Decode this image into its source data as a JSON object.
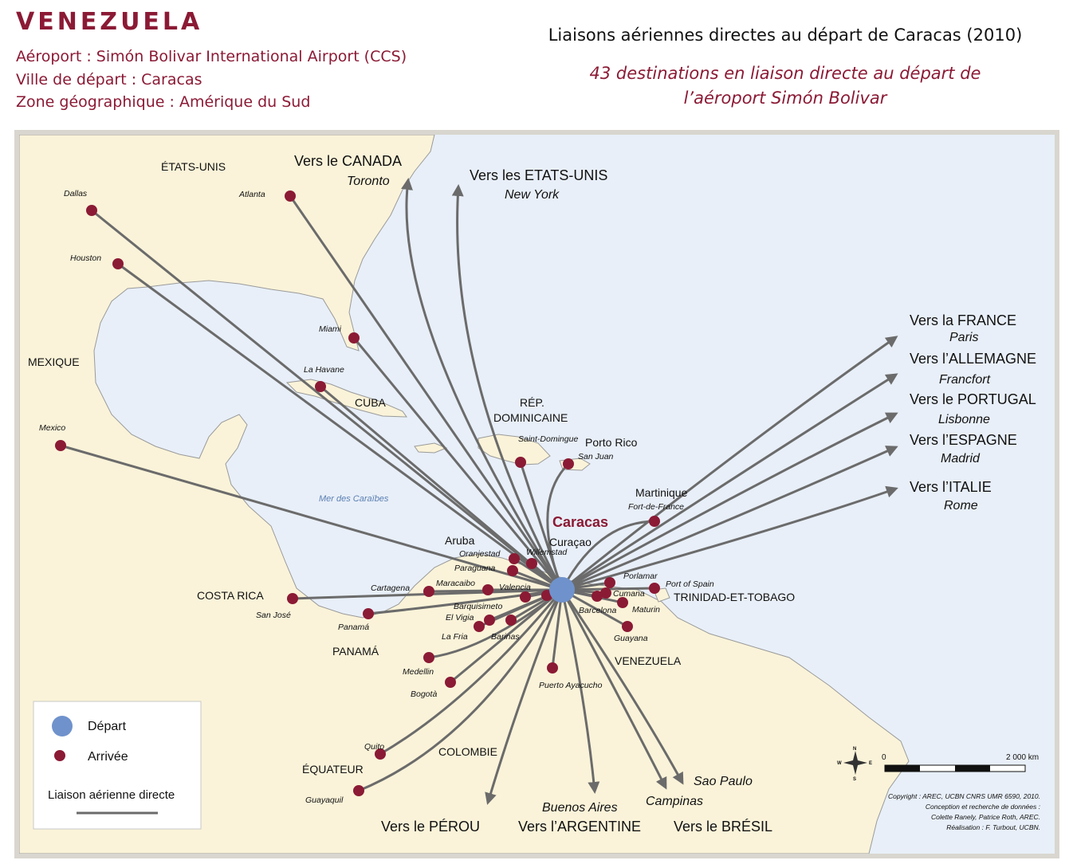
{
  "header": {
    "country": "VENEZUELA",
    "airport_line": "Aéroport : Simón Bolivar International Airport (CCS)",
    "city_line": "Ville de départ : Caracas",
    "zone_line": "Zone géographique : Amérique du Sud",
    "main_title": "Liaisons aériennes directes au départ de Caracas (2010)",
    "subtitle_line1": "43 destinations en liaison directe au départ de",
    "subtitle_line2": "l’aéroport Simón Bolivar"
  },
  "colors": {
    "sea": "#e8eff8",
    "land": "#faf3d9",
    "border": "#9a9a9a",
    "route": "#6b6b6b",
    "arrival": "#8b1a35",
    "departure": "#6f92cc",
    "accent_text": "#8b1a35"
  },
  "map": {
    "hub": {
      "name": "Caracas"
    },
    "sea_label": "Mer des Caraïbes",
    "countries": [
      "ÉTATS-UNIS",
      "MEXIQUE",
      "CUBA",
      "RÉP.",
      "DOMINICAINE",
      "Porto Rico",
      "Martinique",
      "Aruba",
      "Curaçao",
      "COSTA RICA",
      "PANAMÁ",
      "TRINIDAD-ET-TOBAGO",
      "VENEZUELA",
      "COLOMBIE",
      "ÉQUATEUR"
    ],
    "destinations": [
      "Dallas",
      "Atlanta",
      "Houston",
      "Miami",
      "La Havane",
      "Mexico",
      "Saint-Domingue",
      "San Juan",
      "Fort-de-France",
      "Oranjestad",
      "Willemstad",
      "Paraguana",
      "Cartagena",
      "Maracaibo",
      "Valencia",
      "Barquisimeto",
      "El Vigia",
      "La Fria",
      "Barinas",
      "San José",
      "Panamá",
      "Medellin",
      "Bogotà",
      "Puerto Ayacucho",
      "Porlamar",
      "Port of Spain",
      "Cumana",
      "Barcelona",
      "Maturin",
      "Guayana",
      "Quito",
      "Guayaquil"
    ],
    "long_haul": [
      {
        "label": "Vers le CANADA",
        "city": "Toronto"
      },
      {
        "label": "Vers les ETATS-UNIS",
        "city": "New York"
      },
      {
        "label": "Vers la FRANCE",
        "city": "Paris"
      },
      {
        "label": "Vers l’ALLEMAGNE",
        "city": "Francfort"
      },
      {
        "label": "Vers le PORTUGAL",
        "city": "Lisbonne"
      },
      {
        "label": "Vers l’ESPAGNE",
        "city": "Madrid"
      },
      {
        "label": "Vers l’ITALIE",
        "city": "Rome"
      },
      {
        "label": "Vers le PÉROU",
        "city": ""
      },
      {
        "label": "Vers l’ARGENTINE",
        "city": "Buenos Aires"
      },
      {
        "label": "Vers le BRÉSIL",
        "city": "Sao Paulo"
      },
      {
        "label": "",
        "city": "Campinas"
      }
    ]
  },
  "legend": {
    "departure": "Départ",
    "arrival": "Arrivée",
    "route": "Liaison aérienne directe"
  },
  "scale": {
    "start": "0",
    "end": "2 000 km"
  },
  "compass": {
    "n": "N",
    "s": "S",
    "e": "E",
    "w": "W"
  },
  "credits": {
    "line1": "Copyright : AREC, UCBN CNRS UMR 6590, 2010.",
    "line2": "Conception et recherche de données :",
    "line3": "Colette Ranely, Patrice Roth, AREC.",
    "line4": "Réalisation : F. Turbout, UCBN."
  }
}
